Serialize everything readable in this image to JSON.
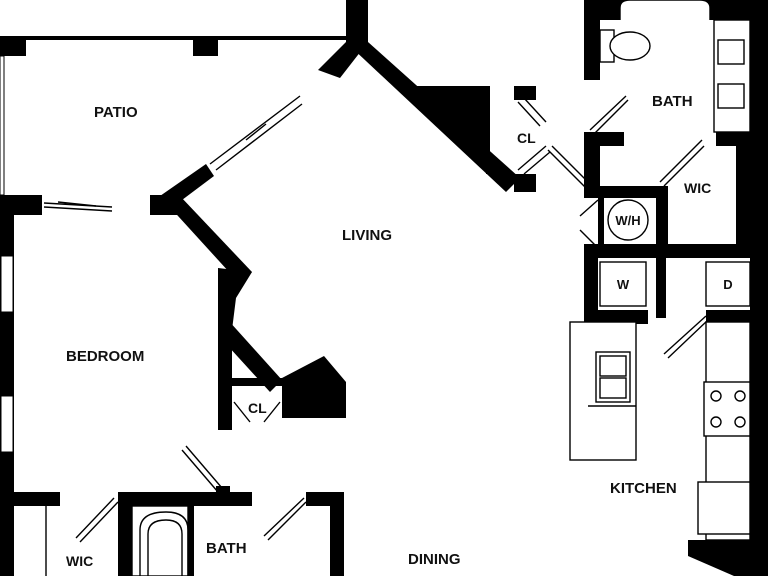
{
  "plan": {
    "wall_color": "#000000",
    "background": "#ffffff",
    "rooms": {
      "patio": "PATIO",
      "living": "LIVING",
      "bedroom": "BEDROOM",
      "closet_upper": "CL",
      "closet_lower": "CL",
      "bath_upper": "BATH",
      "bath_lower": "BATH",
      "wic_upper": "WIC",
      "wic_lower": "WIC",
      "kitchen": "KITCHEN",
      "dining": "DINING"
    },
    "fixtures": {
      "water_heater": "W/H",
      "washer": "W",
      "dryer": "D"
    }
  }
}
